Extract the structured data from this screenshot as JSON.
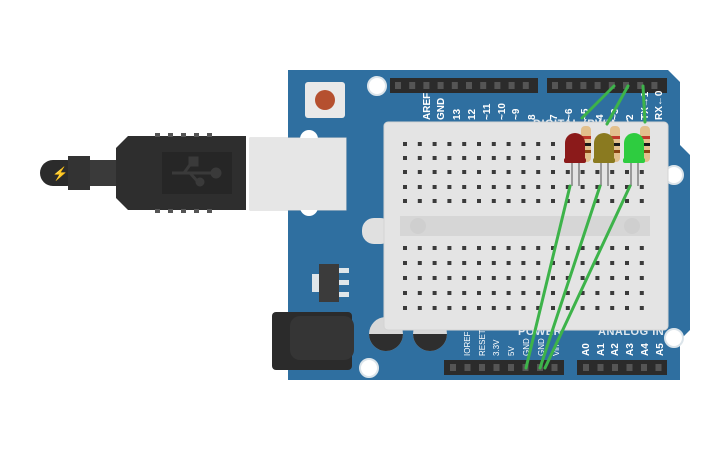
{
  "board": {
    "color": "#2f6fa0",
    "digital_header_labels": [
      "AREF",
      "GND",
      "13",
      "12",
      "~11",
      "~10",
      "~9",
      "8",
      "7",
      "~6",
      "~5",
      "4",
      "~3",
      "2",
      "TX→1",
      "RX←0"
    ],
    "digital_section_label": "DIGITAL (PWM ~)",
    "power_header_labels": [
      "IOREF",
      "RESET",
      "3.3V",
      "5V",
      "GND",
      "GND",
      "Vin"
    ],
    "power_section_label": "POWER",
    "analog_header_labels": [
      "A0",
      "A1",
      "A2",
      "A3",
      "A4",
      "A5"
    ],
    "analog_section_label": "ANALOG IN"
  },
  "usb": {
    "icon": "usb-icon",
    "plug_icon": "lightning-icon"
  },
  "leds": [
    {
      "color": "#8b1a1a",
      "name": "red"
    },
    {
      "color": "#8a7a20",
      "name": "yellow"
    },
    {
      "color": "#2ecc40",
      "name": "green"
    }
  ],
  "wire_color": "#3db34a"
}
